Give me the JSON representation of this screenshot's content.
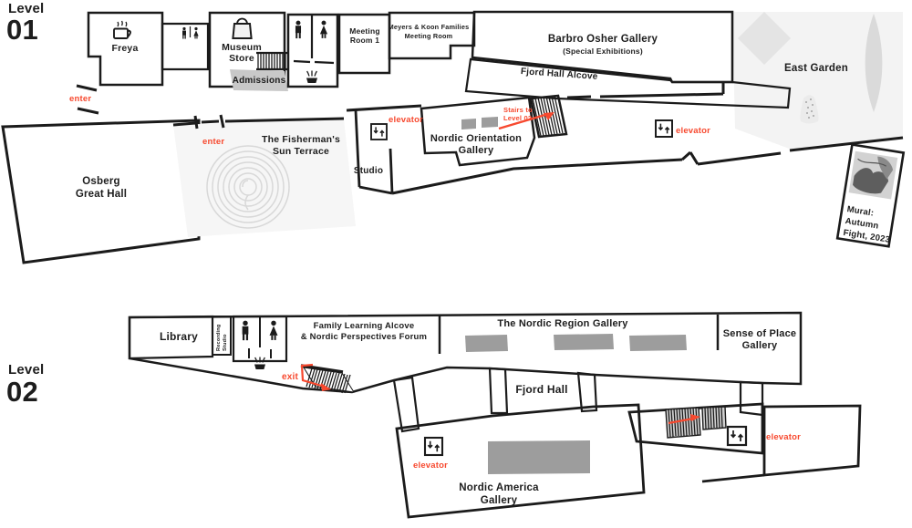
{
  "colors": {
    "accent_red": "#f7492f",
    "wall_black": "#1b1b1b",
    "room_light": "#f2f2f2",
    "gallery_dark": "#a7a7a7",
    "plate_gray": "#d7d7d7",
    "exhibit_gray": "#9d9d9d",
    "admissions_gray": "#c8c8c8"
  },
  "level01": {
    "level_label": "Level",
    "level_number": "01",
    "rooms": {
      "freya": "Freya",
      "museum_store_line1": "Museum",
      "museum_store_line2": "Store",
      "admissions": "Admissions",
      "meeting_room1_line1": "Meeting",
      "meeting_room1_line2": "Room 1",
      "meyers_line1": "Meyers & Koon Families",
      "meyers_line2": "Meeting Room",
      "barbro_line1": "Barbro Osher Gallery",
      "barbro_line2": "(Special Exhibitions)",
      "fjord_alcove": "Fjord Hall Alcove",
      "east_garden": "East Garden",
      "osberg_line1": "Osberg",
      "osberg_line2": "Great Hall",
      "terrace_line1": "The Fisherman's",
      "terrace_line2": "Sun Terrace",
      "studio": "Studio",
      "orientation_line1": "Nordic Orientation",
      "orientation_line2": "Gallery"
    },
    "annotations": {
      "enter_lobby": "enter",
      "enter_terrace": "enter",
      "stairs_line1": "Stairs to",
      "stairs_line2": "Level 02",
      "elevator_west": "elevator",
      "elevator_east": "elevator",
      "mural_line1": "Mural:",
      "mural_line2": "Autumn",
      "mural_line3": "Fight, 2023"
    }
  },
  "level02": {
    "level_label": "Level",
    "level_number": "02",
    "rooms": {
      "library": "Library",
      "recording_line1": "Recording",
      "recording_line2": "Studio",
      "family_line1": "Family Learning Alcove",
      "family_line2": "& Nordic Perspectives Forum",
      "region_gallery": "The Nordic Region Gallery",
      "sense_line1": "Sense of Place",
      "sense_line2": "Gallery",
      "fjord_hall": "Fjord Hall",
      "america_line1": "Nordic America",
      "america_line2": "Gallery"
    },
    "annotations": {
      "exit": "exit",
      "elevator_west": "elevator",
      "elevator_east": "elevator"
    }
  }
}
